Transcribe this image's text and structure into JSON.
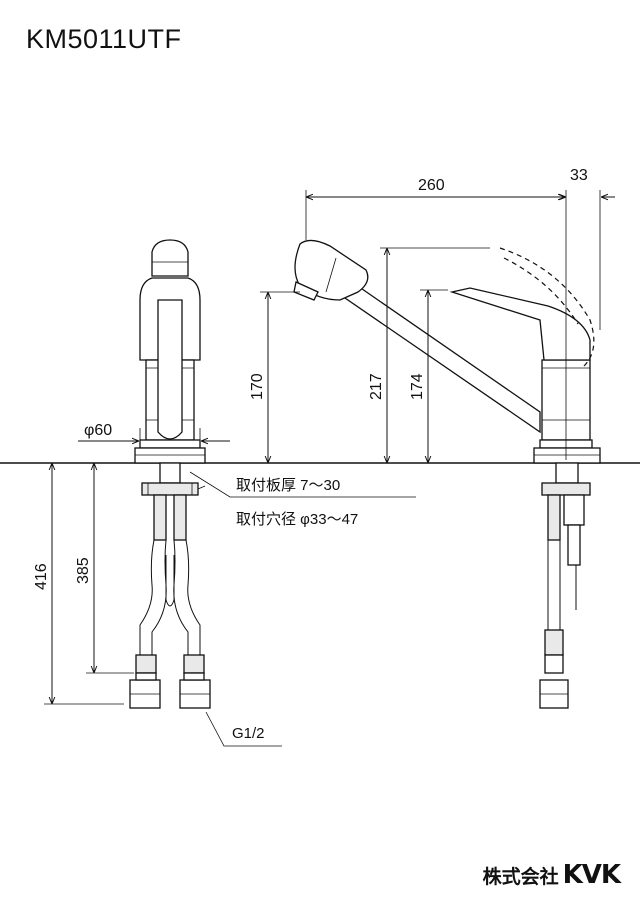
{
  "header": {
    "model": "KM5011UTF"
  },
  "dimensions": {
    "width_reach": "260",
    "lever_offset": "33",
    "base_diameter": "φ60",
    "height_spout": "170",
    "height_lever": "217",
    "height_spout_right": "174",
    "hose_length_total": "416",
    "hose_length": "385"
  },
  "notes": {
    "plate_thickness": "取付板厚 7～30",
    "hole_diameter": "取付穴径 φ33～47",
    "thread": "G1/2"
  },
  "brand": {
    "jp": "株式会社",
    "en": "KVK"
  }
}
